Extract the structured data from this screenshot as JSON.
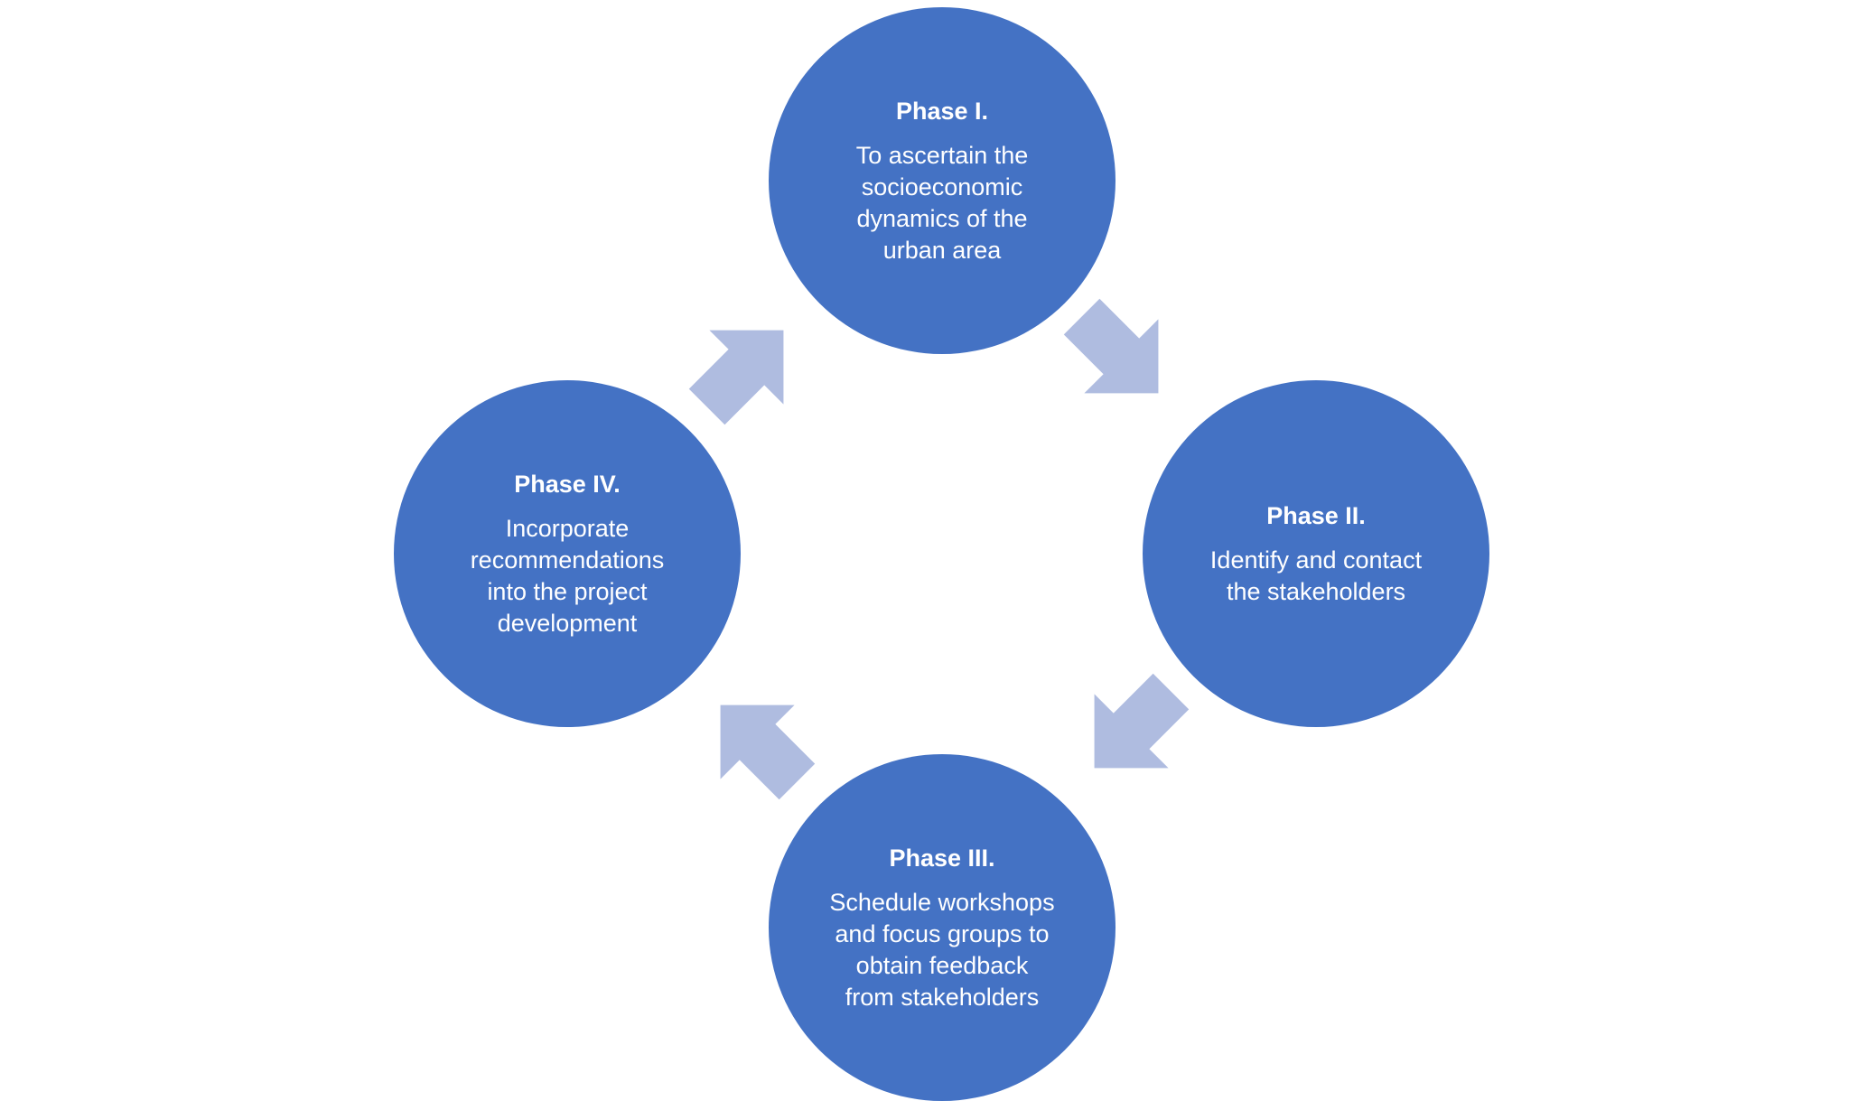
{
  "phases": [
    {
      "title": "Phase I.",
      "lines": [
        "To ascertain the",
        "socioeconomic",
        "dynamics of the",
        "urban area"
      ]
    },
    {
      "title": "Phase II.",
      "lines": [
        "Identify and contact",
        "the stakeholders"
      ]
    },
    {
      "title": "Phase III.",
      "lines": [
        "Schedule workshops",
        "and focus groups to",
        "obtain feedback",
        "from stakeholders"
      ]
    },
    {
      "title": "Phase IV.",
      "lines": [
        "Incorporate",
        "recommendations",
        "into the project",
        "development"
      ]
    }
  ],
  "colors": {
    "circle": "#4472C4",
    "arrow": "#AFBCE0",
    "text": "#FFFFFF"
  },
  "arrows": [
    {
      "name": "arrow-phase1-to-phase2",
      "direction": "down-right"
    },
    {
      "name": "arrow-phase2-to-phase3",
      "direction": "down-left"
    },
    {
      "name": "arrow-phase3-to-phase4",
      "direction": "up-left"
    },
    {
      "name": "arrow-phase4-to-phase1",
      "direction": "up-right"
    }
  ]
}
